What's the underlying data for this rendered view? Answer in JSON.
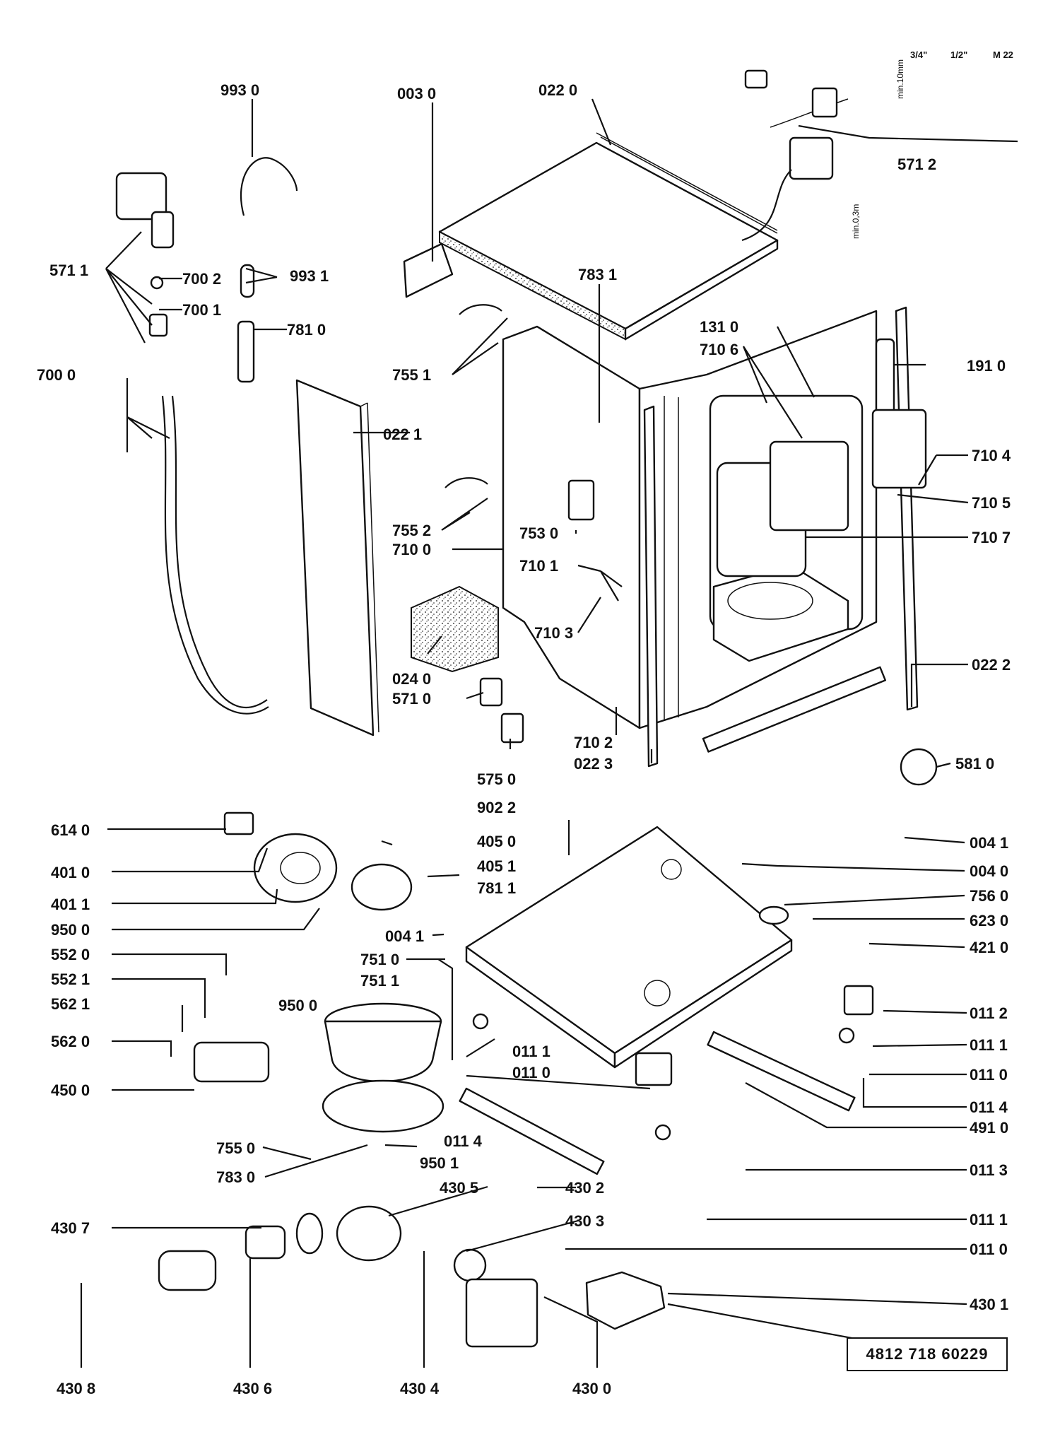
{
  "diagram": {
    "doc_number": "4812 718 60229",
    "dimension_labels": {
      "min_10mm": "min.10mm",
      "min_03m": "min.0,3m"
    },
    "fitting_sizes": [
      "3/4\"",
      "1/2\"",
      "M 22"
    ],
    "labels": {
      "l9930": "993 0",
      "l0030": "003 0",
      "l0220": "022 0",
      "l5712": "571 2",
      "l5711": "571 1",
      "l7002": "700 2",
      "l9931": "993 1",
      "l7001": "700 1",
      "l7810": "781 0",
      "l7000": "700 0",
      "l7831": "783 1",
      "l7551": "755 1",
      "l1310": "131 0",
      "l7106": "710 6",
      "l1910": "191 0",
      "l0221": "022 1",
      "l7104": "710 4",
      "l7105": "710 5",
      "l7552": "755 2",
      "l7530": "753 0",
      "l7107": "710 7",
      "l7100": "710 0",
      "l7101": "710 1",
      "l7103": "710 3",
      "l0222": "022 2",
      "l0240": "024 0",
      "l5710": "571 0",
      "l7102": "710 2",
      "l0223": "022 3",
      "l5810": "581 0",
      "l5750": "575 0",
      "l9022": "902 2",
      "l6140": "614 0",
      "l4050": "405 0",
      "l0041": "004 1",
      "l4010": "401 0",
      "l4051": "405 1",
      "l0040": "004 0",
      "l7811": "781 1",
      "l4011": "401 1",
      "l7560": "756 0",
      "l6230": "623 0",
      "l9500": "950 0",
      "l0041b": "004 1",
      "l7510": "751 0",
      "l4210": "421 0",
      "l5520": "552 0",
      "l7511": "751 1",
      "l5521": "552 1",
      "l9500b": "950 0",
      "l0112": "011 2",
      "l5621": "562 1",
      "l0111": "011 1",
      "l0111b": "011 1",
      "l5620": "562 0",
      "l0110": "011 0",
      "l0110b": "011 0",
      "l4500": "450 0",
      "l0114": "011 4",
      "l4910": "491 0",
      "l0114b": "011 4",
      "l7550": "755 0",
      "l9501": "950 1",
      "l0113": "011 3",
      "l7830": "783 0",
      "l4302": "430 2",
      "l4305": "430 5",
      "l0111c": "011 1",
      "l4307": "430 7",
      "l4303": "430 3",
      "l0110c": "011 0",
      "l4301": "430 1",
      "l4308": "430 8",
      "l4306": "430 6",
      "l4304": "430 4",
      "l4300": "430 0"
    }
  }
}
